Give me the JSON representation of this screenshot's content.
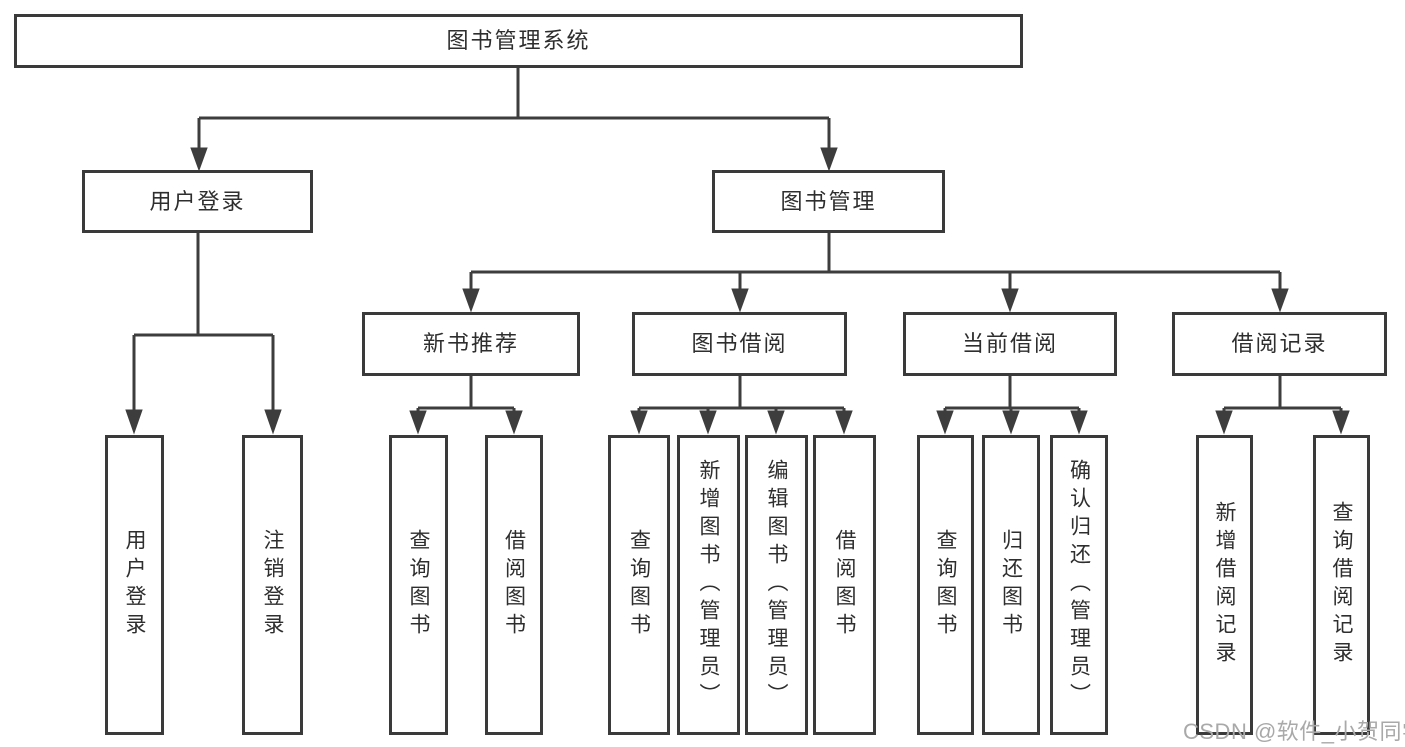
{
  "diagram": {
    "root": {
      "label": "图书管理系统"
    },
    "branches": [
      {
        "label": "用户登录",
        "children": [
          {
            "label": "用户登录"
          },
          {
            "label": "注销登录"
          }
        ]
      },
      {
        "label": "图书管理",
        "children": [
          {
            "label": "新书推荐",
            "children": [
              {
                "label": "查询图书"
              },
              {
                "label": "借阅图书"
              }
            ]
          },
          {
            "label": "图书借阅",
            "children": [
              {
                "label": "查询图书"
              },
              {
                "label": "新增图书（管理员）"
              },
              {
                "label": "编辑图书（管理员）"
              },
              {
                "label": "借阅图书"
              }
            ]
          },
          {
            "label": "当前借阅",
            "children": [
              {
                "label": "查询图书"
              },
              {
                "label": "归还图书"
              },
              {
                "label": "确认归还（管理员）"
              }
            ]
          },
          {
            "label": "借阅记录",
            "children": [
              {
                "label": "新增借阅记录"
              },
              {
                "label": "查询借阅记录"
              }
            ]
          }
        ]
      }
    ]
  },
  "watermark": {
    "text": "CSDN @软件_小贺同学"
  },
  "colors": {
    "line": "#3d3d3d",
    "text": "#2e2e2e",
    "background": "#ffffff",
    "watermark": "#a9a9a9"
  }
}
